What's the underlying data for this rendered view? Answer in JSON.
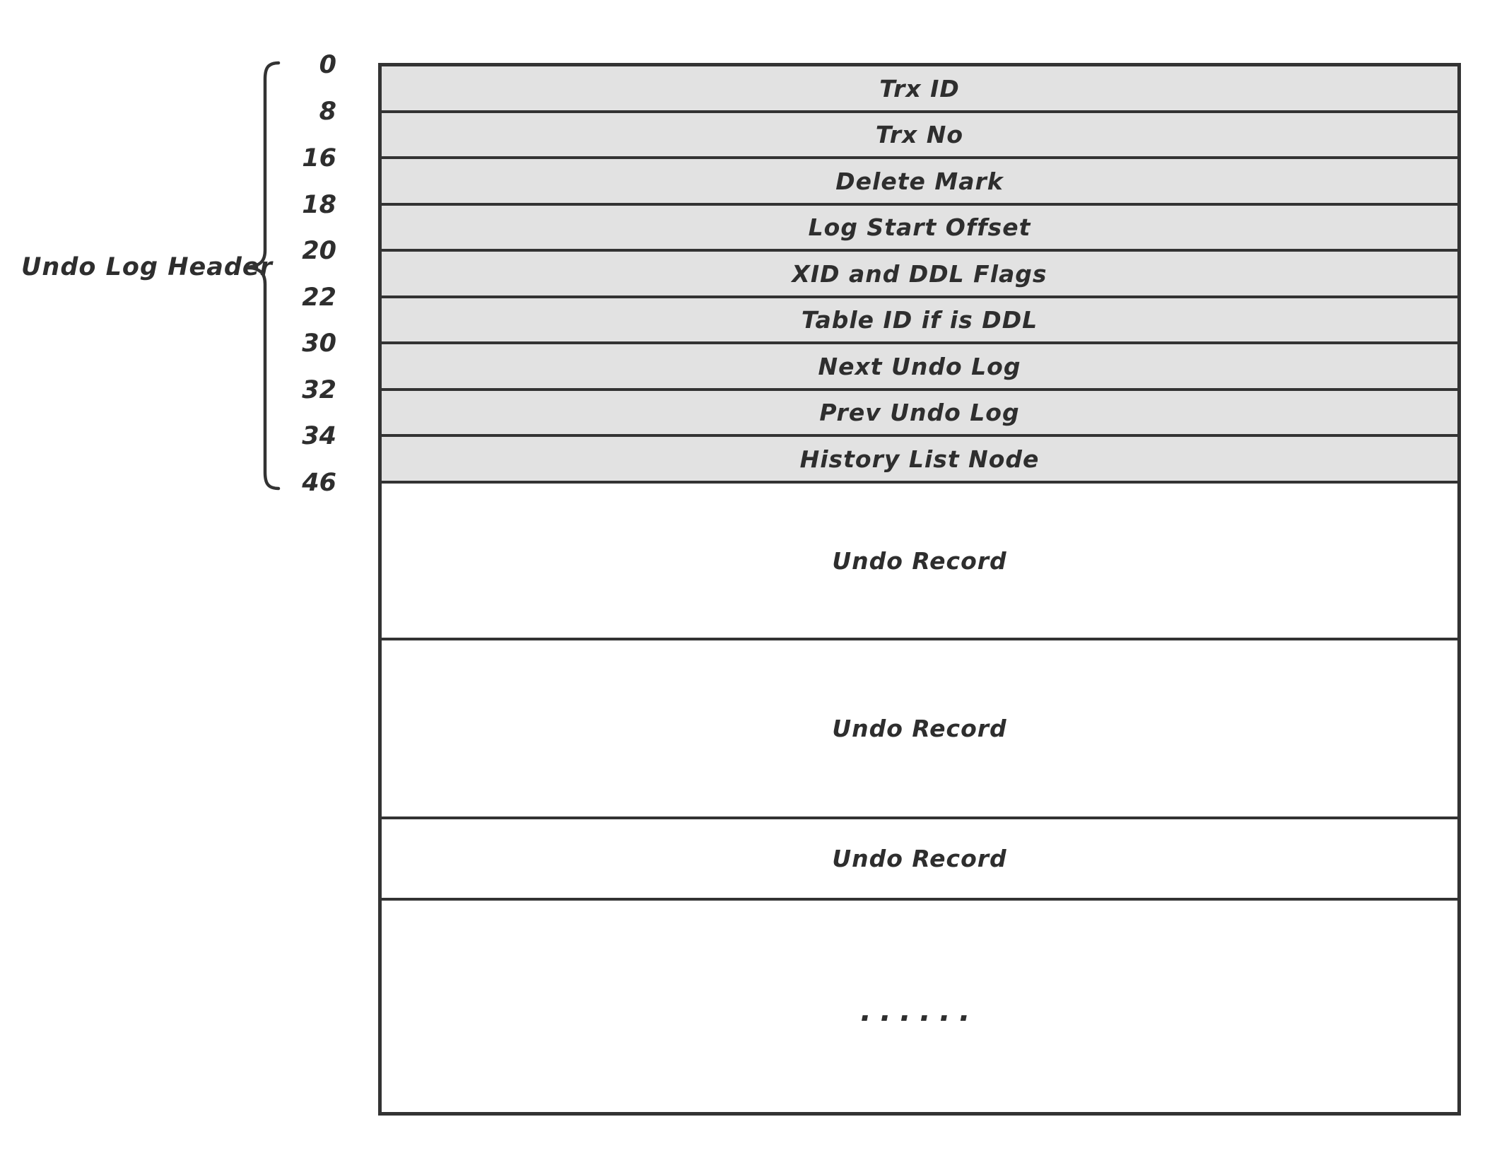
{
  "brace": {
    "label": "Undo Log Header"
  },
  "offsets": [
    "0",
    "8",
    "16",
    "18",
    "20",
    "22",
    "30",
    "32",
    "34",
    "46"
  ],
  "rows": {
    "header": [
      "Trx ID",
      "Trx No",
      "Delete Mark",
      "Log Start Offset",
      "XID and DDL Flags",
      "Table ID if is DDL",
      "Next Undo Log",
      "Prev Undo Log",
      "History List Node"
    ],
    "records": [
      "Undo Record",
      "Undo Record",
      "Undo Record",
      "......"
    ]
  },
  "colors": {
    "row_fill": "#e2e2e2",
    "line": "#333333",
    "text": "#2e2e2e",
    "background": "#ffffff"
  }
}
